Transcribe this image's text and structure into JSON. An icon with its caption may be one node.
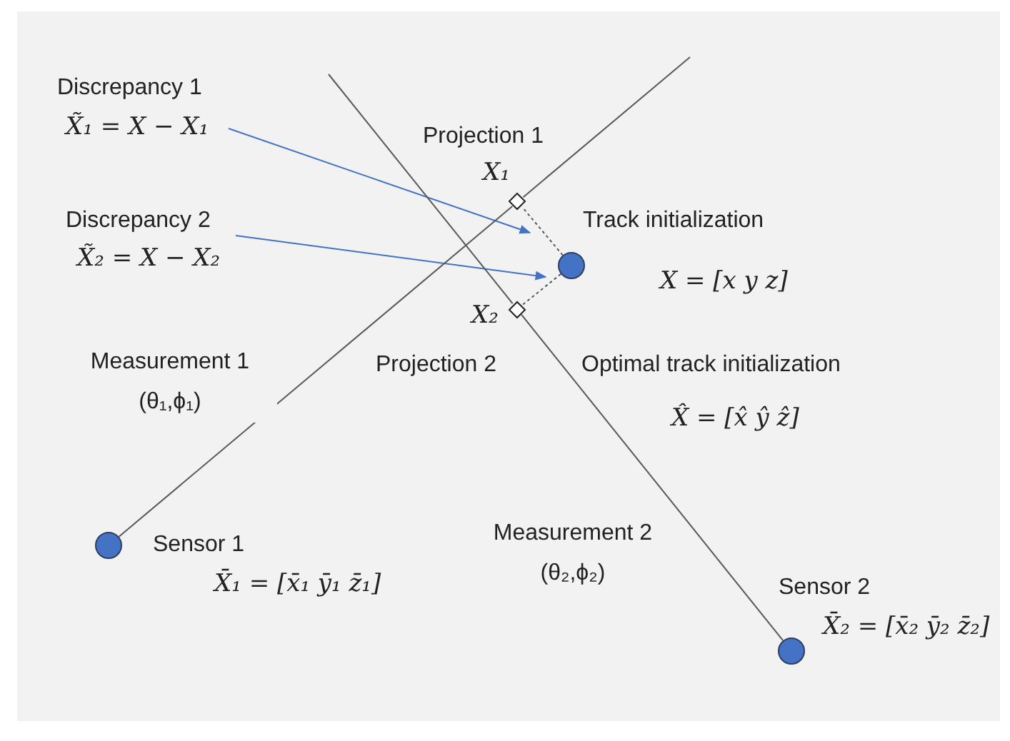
{
  "diagram": {
    "nodes": [
      {
        "text": [
          "Discrepancy 1",
          "X̃₁ = X − X₁"
        ]
      },
      {
        "text": [
          "Discrepancy 2",
          "X̃₂ = X − X₂"
        ]
      },
      {
        "text": [
          "Projection 1",
          "X₁"
        ]
      },
      {
        "text": [
          "Track initialization",
          "X = [x y z]"
        ]
      },
      {
        "text": [
          "X₂",
          "Projection 2"
        ]
      },
      {
        "text": [
          "Sensor 1",
          "X̄₁ = [x̄₁ ȳ₁ z̄₁]"
        ]
      },
      {
        "text": [
          "Sensor 2",
          "X̄₂ = [x̄₂ ȳ₂ z̄₂]"
        ]
      }
    ],
    "edges": [
      {
        "from": 0,
        "to": 2,
        "arrow": "to",
        "color": "#4472c4"
      },
      {
        "from": 1,
        "to": 3,
        "arrow": "to",
        "color": "#4472c4"
      },
      {
        "from": 5,
        "to": 2,
        "arrow": "none",
        "label": "Measurement 1 (θ₁,ϕ₁)"
      },
      {
        "from": 2,
        "to": null,
        "arrow": "none"
      },
      {
        "from": 6,
        "to": 4,
        "arrow": "none",
        "label": "Measurement 2 (θ₂,ϕ₂)"
      },
      {
        "from": 4,
        "to": null,
        "arrow": "none"
      },
      {
        "from": 3,
        "to": 2,
        "arrow": "none",
        "style": "dashed"
      },
      {
        "from": 3,
        "to": 4,
        "arrow": "none",
        "style": "dashed"
      }
    ],
    "labels": [
      "Optimal track initialization",
      "X̂ = [x̂ ŷ ẑ]"
    ]
  }
}
